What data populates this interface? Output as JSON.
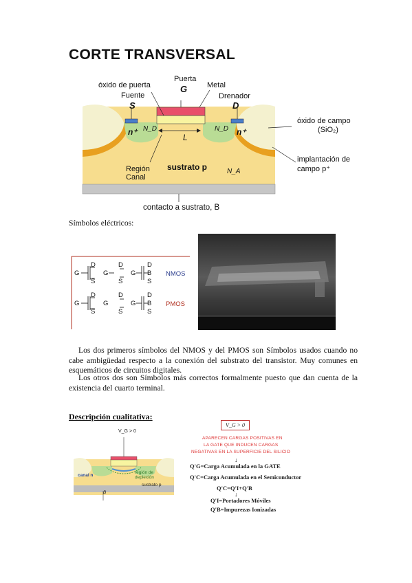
{
  "title": "CORTE TRANSVERSAL",
  "cross_section": {
    "oxido_puerta": "óxido de puerta",
    "puerta": "Puerta",
    "g": "G",
    "metal": "Metal",
    "fuente": "Fuente",
    "s": "S",
    "drenador": "Drenador",
    "d": "D",
    "oxido_campo": "óxido de campo",
    "sio2": "(SiO₂)",
    "n_plus_left": "n⁺",
    "n_plus_right": "n⁺",
    "nd_left": "N_D",
    "nd_right": "N_D",
    "l": "L",
    "implantacion": "implantación de",
    "campo": "campo p⁺",
    "region": "Región",
    "canal": "Canal",
    "sustrato": "sustrato p",
    "na": "N_A",
    "contacto": "contacto a sustrato, B"
  },
  "simbolos_label": "Símbolos eléctricos:",
  "symbols": {
    "nmos": "NMOS",
    "pmos": "PMOS",
    "d": "D",
    "s": "S",
    "g": "G",
    "b": "B"
  },
  "paragraph1": "Los dos primeros símbolos del NMOS y del PMOS son Símbolos usados cuando no cabe ambigüedad respecto a la conexión del substrato del transistor. Muy comunes en esquemáticos de circuitos digitales.",
  "paragraph2": "Los otros dos son Símbolos más correctos formalmente puesto que dan cuenta de la existencia del cuarto terminal.",
  "descripcion_heading": "Descripción cualitativa:",
  "qualitative": {
    "vg_box": "V_G > 0",
    "note1": "APARECEN CARGAS POSITIVAS EN",
    "note2": "LA GATE QUE INDUCEN CARGAS",
    "note3": "NEGATIVAS EN LA SUPERFICIE DEL SILICIO",
    "eq1": "Q'G=Carga Acumulada en la GATE",
    "eq2": "Q'C=Carga Acumulada en el Semiconductor",
    "eq3": "Q'C=Q'I+Q'B",
    "eq4": "Q'I=Portadores Móviles",
    "eq5": "Q'B=Impurezas Ionizadas",
    "canal_n": "canal n",
    "region_dep": "región de deplexión",
    "sustrato_p": "sustrato p",
    "b": "B"
  },
  "colors": {
    "substrate": "#f7dd8e",
    "nplus": "#b9dc95",
    "oxide": "#f5f3d0",
    "orange": "#e8a020",
    "metal": "#e8506a",
    "bottom": "#c8c8c8",
    "pmos_red": "#b03020",
    "nmos_blue": "#2a3c8c"
  }
}
